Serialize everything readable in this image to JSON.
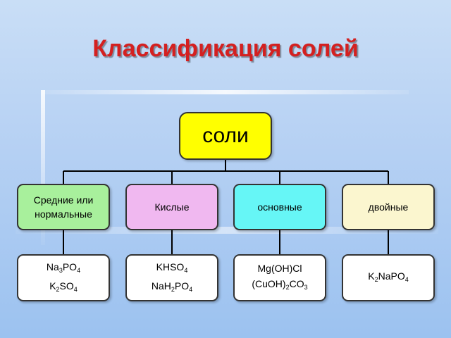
{
  "title": "Классификация солей",
  "root": {
    "label": "соли",
    "color": "#ffff00"
  },
  "categories": [
    {
      "label": "Средние или нормальные",
      "color": "#a8f09c"
    },
    {
      "label": "Кислые",
      "color": "#f0b8f0"
    },
    {
      "label": "основные",
      "color": "#66f6f6"
    },
    {
      "label": "двойные",
      "color": "#fbf6cf"
    }
  ],
  "examples": [
    {
      "formulas": [
        [
          "Na",
          "3",
          "PO",
          "4"
        ],
        [
          "K",
          "2",
          "SO",
          "4"
        ]
      ]
    },
    {
      "formulas": [
        [
          "KHSO",
          "4"
        ],
        [
          "NaH",
          "2",
          "PO",
          "4"
        ]
      ]
    },
    {
      "formulas": [
        [
          "Mg(OH)Cl"
        ],
        [
          "(CuOH)",
          "2",
          "CO",
          "3"
        ]
      ]
    },
    {
      "formulas": [
        [
          "K",
          "2",
          "NaPO",
          "4"
        ]
      ]
    }
  ]
}
